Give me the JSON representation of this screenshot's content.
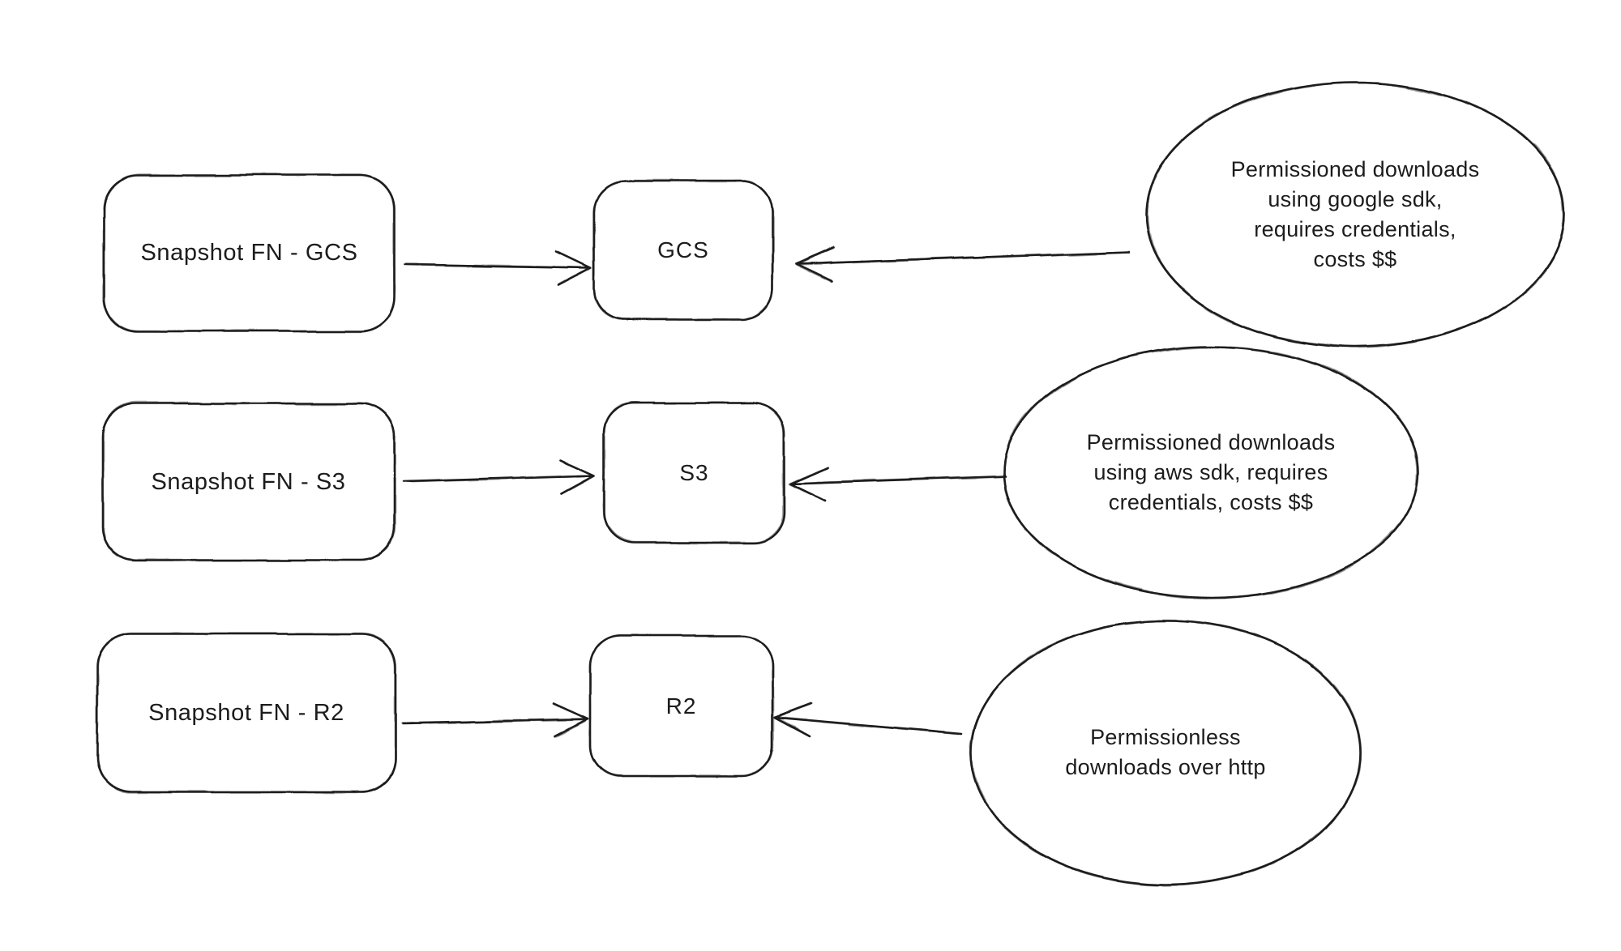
{
  "diagram": {
    "background_color": "#ffffff",
    "stroke_color": "#1f1f1f",
    "rows": [
      {
        "source_label": "Snapshot FN - GCS",
        "target_label": "GCS",
        "note_text": "Permissioned downloads\nusing google sdk,\nrequires credentials,\ncosts $$"
      },
      {
        "source_label": "Snapshot FN - S3",
        "target_label": "S3",
        "note_text": "Permissioned downloads\nusing aws sdk, requires\ncredentials, costs $$"
      },
      {
        "source_label": "Snapshot FN - R2",
        "target_label": "R2",
        "note_text": "Permissionless\ndownloads over http"
      }
    ]
  }
}
